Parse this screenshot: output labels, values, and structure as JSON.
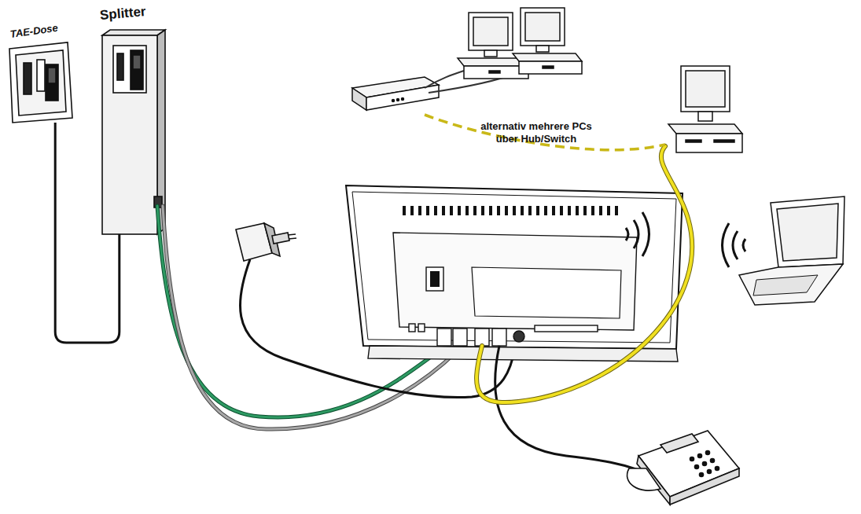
{
  "diagram": {
    "nodes": [
      {
        "text": [
          "TAE-Dose"
        ]
      },
      {
        "text": [
          "Splitter"
        ]
      }
    ],
    "edges": [
      {
        "from": 0,
        "to": 1,
        "arrow": "none"
      }
    ],
    "labels": [
      "alternativ mehrere PCs über Hub/Switch"
    ]
  }
}
